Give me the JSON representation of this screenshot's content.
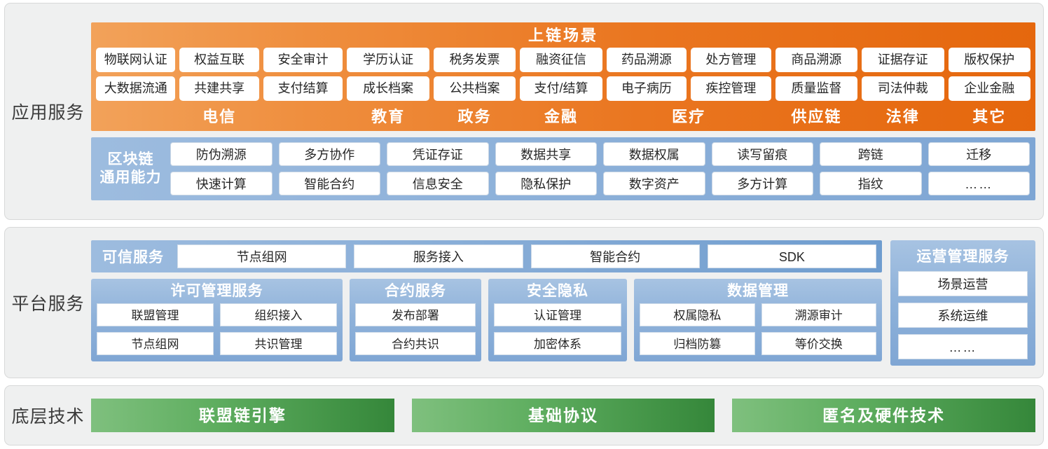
{
  "layers": {
    "application": {
      "label": "应用服务",
      "scene": {
        "title": "上链场景",
        "columns": [
          {
            "category": "电信",
            "rows": [
              [
                "物联网认证",
                "权益互联",
                "安全审计"
              ],
              [
                "大数据流通",
                "共建共享",
                "支付结算"
              ]
            ]
          },
          {
            "category": "教育",
            "rows": [
              [
                "学历认证"
              ],
              [
                "成长档案"
              ]
            ]
          },
          {
            "category": "政务",
            "rows": [
              [
                "税务发票"
              ],
              [
                "公共档案"
              ]
            ]
          },
          {
            "category": "金融",
            "rows": [
              [
                "融资征信"
              ],
              [
                "支付/结算"
              ]
            ]
          },
          {
            "category": "医疗",
            "rows": [
              [
                "药品溯源",
                "处方管理"
              ],
              [
                "电子病历",
                "疾控管理"
              ]
            ]
          },
          {
            "category": "供应链",
            "rows": [
              [
                "商品溯源"
              ],
              [
                "质量监督"
              ]
            ]
          },
          {
            "category": "法律",
            "rows": [
              [
                "证据存证"
              ],
              [
                "司法仲裁"
              ]
            ]
          },
          {
            "category": "其它",
            "rows": [
              [
                "版权保护"
              ],
              [
                "企业金融"
              ]
            ]
          }
        ]
      },
      "capability": {
        "label_line1": "区块链",
        "label_line2": "通用能力",
        "rows": [
          [
            "防伪溯源",
            "多方协作",
            "凭证存证",
            "数据共享",
            "数据权属",
            "读写留痕",
            "跨链",
            "迁移"
          ],
          [
            "快速计算",
            "智能合约",
            "信息安全",
            "隐私保护",
            "数字资产",
            "多方计算",
            "指纹",
            "……"
          ]
        ]
      }
    },
    "platform": {
      "label": "平台服务",
      "trusted": {
        "label": "可信服务",
        "items": [
          "节点组网",
          "服务接入",
          "智能合约",
          "SDK"
        ]
      },
      "services": [
        {
          "title": "许可管理服务",
          "rows": [
            [
              "联盟管理",
              "组织接入"
            ],
            [
              "节点组网",
              "共识管理"
            ]
          ]
        },
        {
          "title": "合约服务",
          "rows": [
            [
              "发布部署"
            ],
            [
              "合约共识"
            ]
          ]
        },
        {
          "title": "安全隐私",
          "rows": [
            [
              "认证管理"
            ],
            [
              "加密体系"
            ]
          ]
        },
        {
          "title": "数据管理",
          "rows": [
            [
              "权属隐私",
              "溯源审计"
            ],
            [
              "归档防篡",
              "等价交换"
            ]
          ]
        }
      ],
      "operations": {
        "title": "运营管理服务",
        "items": [
          "场景运营",
          "系统运维",
          "……"
        ]
      }
    },
    "base": {
      "label": "底层技术",
      "items": [
        "联盟链引擎",
        "基础协议",
        "匿名及硬件技术"
      ]
    }
  },
  "colors": {
    "orange_light": "#f2a25a",
    "orange_dark": "#e5670d",
    "blue_light": "#a7c3e2",
    "blue_dark": "#7fa6d4",
    "green_light": "#7fc07e",
    "green_dark": "#35873a",
    "panel_bg": "#eff0f0"
  }
}
